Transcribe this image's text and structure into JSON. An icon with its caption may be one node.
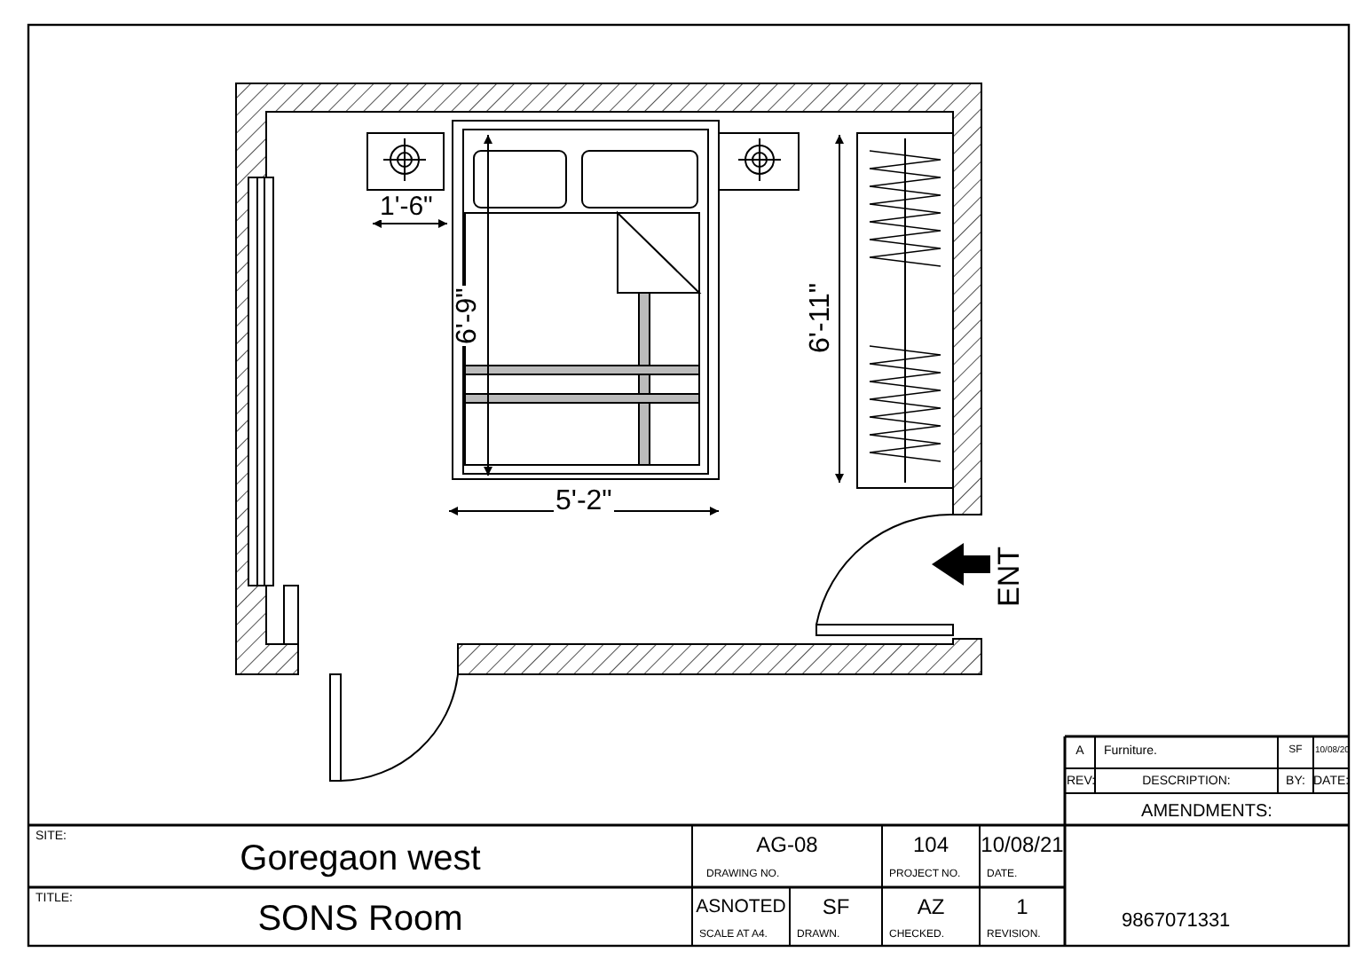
{
  "diagram": {
    "labels": [
      "1'-6\"",
      "6'-9\"",
      "6'-11\"",
      "5'-2\"",
      "ENT",
      "A",
      "Furniture.",
      "SF",
      "10/08/20",
      "REV:",
      "DESCRIPTION:",
      "BY:",
      "DATE:",
      "AMENDMENTS:",
      "SITE:",
      "Goregaon west",
      "AG-08",
      "DRAWING NO.",
      "104",
      "PROJECT NO.",
      "10/08/21",
      "DATE.",
      "TITLE:",
      "SONS Room",
      "ASNOTED",
      "SCALE AT A4.",
      "SF",
      "DRAWN.",
      "AZ",
      "CHECKED.",
      "1",
      "REVISION.",
      "9867071331"
    ]
  }
}
